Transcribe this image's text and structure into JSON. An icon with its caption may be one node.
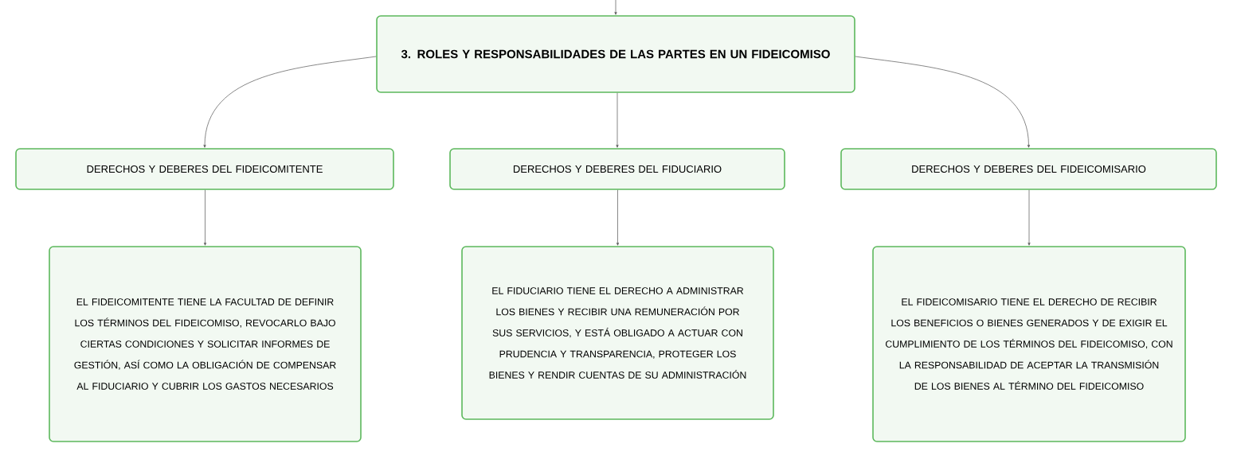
{
  "diagram": {
    "nodes": [
      {
        "text": [
          "3. ROLES Y RESPONSABILIDADES DE LAS PARTES EN UN FIDEICOMISO"
        ]
      },
      {
        "text": [
          "DERECHOS Y DEBERES DEL FIDEICOMITENTE"
        ]
      },
      {
        "text": [
          "DERECHOS Y DEBERES DEL FIDUCIARIO"
        ]
      },
      {
        "text": [
          "DERECHOS Y DEBERES DEL FIDEICOMISARIO"
        ]
      },
      {
        "text": [
          "EL FIDEICOMITENTE TIENE LA FACULTAD DE DEFINIR LOS TÉRMINOS DEL FIDEICOMISO, REVOCARLO BAJO CIERTAS CONDICIONES Y SOLICITAR INFORMES DE GESTIÓN, ASÍ COMO LA OBLIGACIÓN DE COMPENSAR AL FIDUCIARIO Y CUBRIR LOS GASTOS NECESARIOS"
        ]
      },
      {
        "text": [
          "EL FIDUCIARIO TIENE EL DERECHO A ADMINISTRAR LOS BIENES Y RECIBIR UNA REMUNERACIÓN POR SUS SERVICIOS, Y ESTÁ OBLIGADO A ACTUAR CON PRUDENCIA Y TRANSPARENCIA, PROTEGER LOS BIENES Y RENDIR CUENTAS DE SU ADMINISTRACIÓN"
        ]
      },
      {
        "text": [
          "EL FIDEICOMISARIO TIENE EL DERECHO DE RECIBIR LOS BENEFICIOS O BIENES GENERADOS Y DE EXIGIR EL CUMPLIMIENTO DE LOS TÉRMINOS DEL FIDEICOMISO, CON LA RESPONSABILIDAD DE ACEPTAR LA TRANSMISIÓN DE LOS BIENES AL TÉRMINO DEL FIDEICOMISO"
        ]
      }
    ],
    "edges": [
      {
        "from": null,
        "to": 0,
        "arrow": "to"
      },
      {
        "from": 0,
        "to": 1,
        "arrow": "to"
      },
      {
        "from": 0,
        "to": 2,
        "arrow": "to"
      },
      {
        "from": 0,
        "to": 3,
        "arrow": "to"
      },
      {
        "from": 1,
        "to": 4,
        "arrow": "to"
      },
      {
        "from": 2,
        "to": 5,
        "arrow": "to"
      },
      {
        "from": 3,
        "to": 6,
        "arrow": "to"
      }
    ]
  }
}
